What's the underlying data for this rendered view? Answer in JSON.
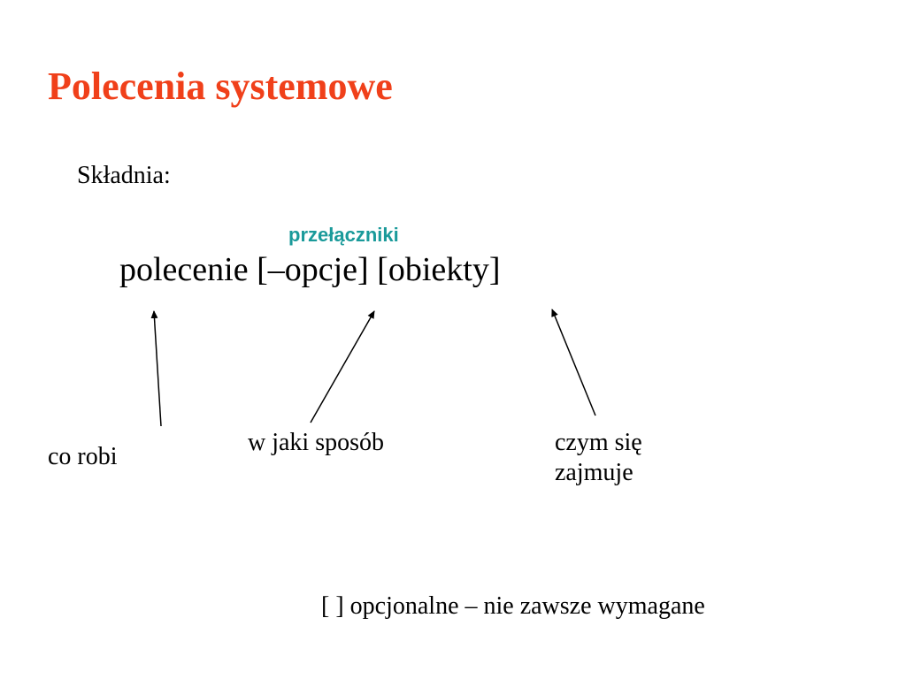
{
  "slide": {
    "title": "Polecenia systemowe",
    "syntax_label": "Składnia:",
    "switches_label": "przełączniki",
    "command_syntax": "polecenie [–opcje]  [obiekty]",
    "labels": {
      "what": "co robi",
      "how": "w jaki sposób",
      "object_line1": "czym się",
      "object_line2": "zajmuje"
    },
    "legend_note": "[ ]  opcjonalne – nie zawsze wymagane",
    "colors": {
      "title": "#f0401a",
      "switches": "#1a9a9a",
      "text": "#000000",
      "background": "#ffffff"
    }
  }
}
